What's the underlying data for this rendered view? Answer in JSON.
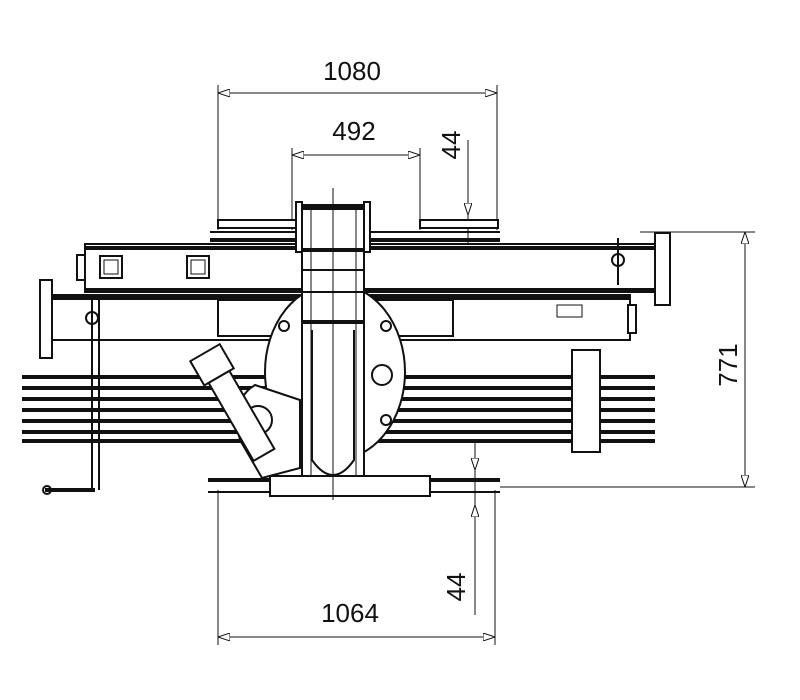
{
  "drawing": {
    "dimensions": {
      "top_width": "1080",
      "inner_width": "492",
      "top_offset": "44",
      "height": "771",
      "bottom_width": "1064",
      "bottom_offset": "44"
    },
    "ink_color": "#111111"
  }
}
